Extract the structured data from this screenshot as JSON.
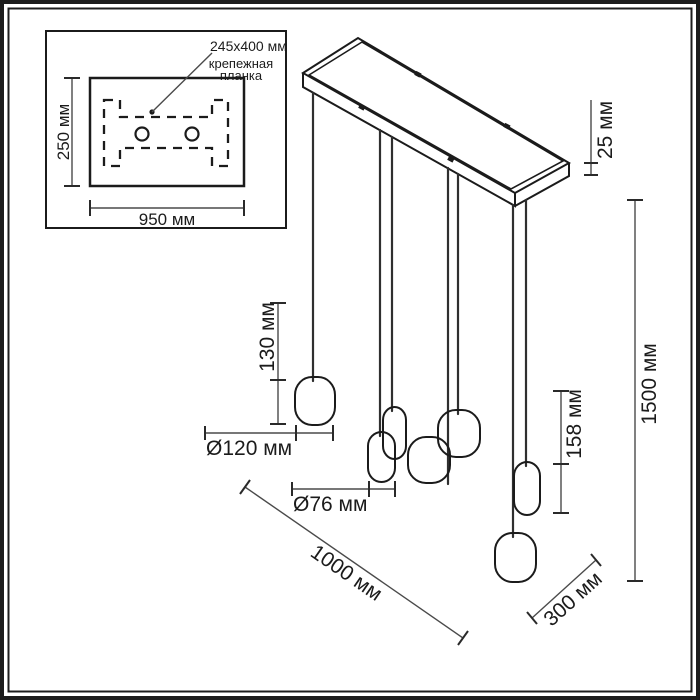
{
  "inset": {
    "plate_size_label": "245x400 мм",
    "plate_name_line1": "крепежная",
    "plate_name_line2": "планка",
    "depth_label": "250 мм",
    "length_label": "950 мм"
  },
  "dimensions": {
    "canopy_thickness": "25 мм",
    "oval_lamp_height": "130 мм",
    "oval_lamp_diameter": "Ø120 мм",
    "capsule_lamp_diameter": "Ø76 мм",
    "capsule_lamp_height": "158 мм",
    "overall_height": "1500 мм",
    "canopy_length": "1000 мм",
    "canopy_depth": "300 мм"
  },
  "colors": {
    "line": "#1b1b1b",
    "background": "#ffffff"
  }
}
